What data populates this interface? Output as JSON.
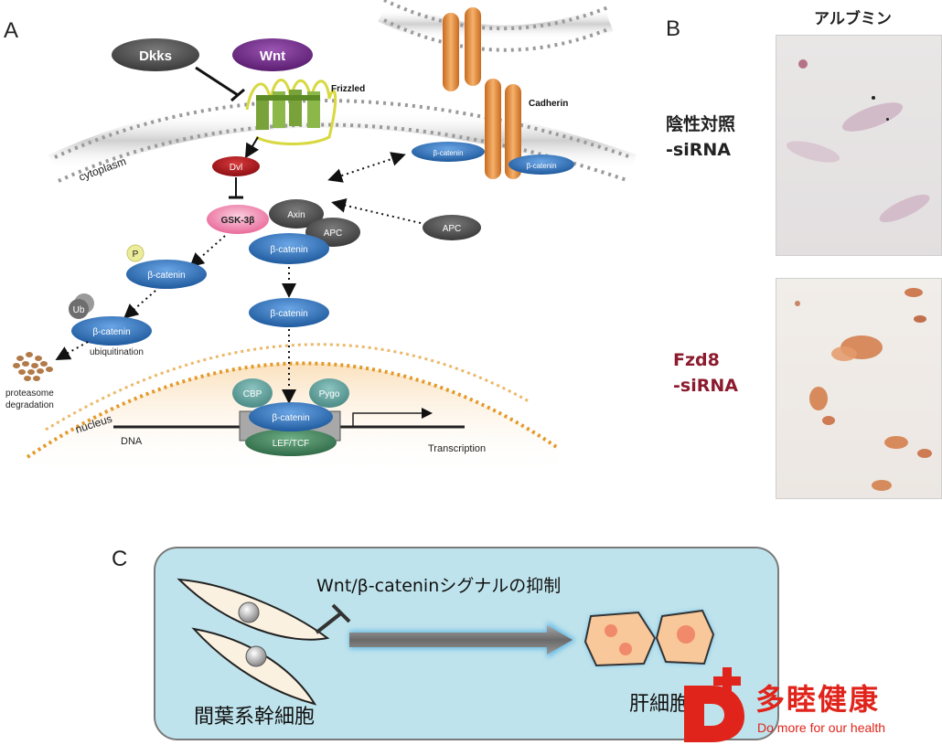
{
  "panels": {
    "a": "A",
    "b": "B",
    "c": "C"
  },
  "diagram_a": {
    "dkks": "Dkks",
    "wnt": "Wnt",
    "frizzled": "Frizzled",
    "cadherin": "Cadherin",
    "cytoplasm": "cytoplasm",
    "dvl": "Dvl",
    "gsk": "GSK-3β",
    "axin": "Axin",
    "apc_complex": "APC",
    "apc_free": "APC",
    "beta_catenin": "β-catenin",
    "beta_catenin_small": "β-catenin",
    "p": "P",
    "ub": "Ub",
    "ubiquitination": "ubiquitination",
    "proteasome_1": "proteasome",
    "proteasome_2": "degradation",
    "nucleus": "nucleus",
    "cbp": "CBP",
    "pygo": "Pygo",
    "lef": "LEF/TCF",
    "dna": "DNA",
    "transcription": "Transcription"
  },
  "panel_b": {
    "column_title": "アルブミン",
    "row1_line1": "陰性対照",
    "row1_line2": "-siRNA",
    "row2_line1": "Fzd8",
    "row2_line2": "-siRNA"
  },
  "panel_c": {
    "inhibition": "Wnt/β-cateninシグナルの抑制",
    "msc": "間葉系幹細胞",
    "hepatocyte": "肝細胞"
  },
  "logo": {
    "brand_cn": "多睦健康",
    "tagline": "Do more for our health"
  },
  "colors": {
    "catenin_blue": "#2f6fb5",
    "dark_grey": "#4a4a4a",
    "wnt_purple": "#6e2a86",
    "dvl_red": "#b3161b",
    "gsk_pink": "#f08ab0",
    "teal": "#5f9f9b",
    "lef_green": "#3f7f5a",
    "cadherin_orange": "#e38a3a",
    "nucleus_orange": "#e39a2a",
    "fzd8_label": "#8c1b2e",
    "panel_c_bg": "#bfe3ec",
    "logo_red": "#e0241b"
  }
}
